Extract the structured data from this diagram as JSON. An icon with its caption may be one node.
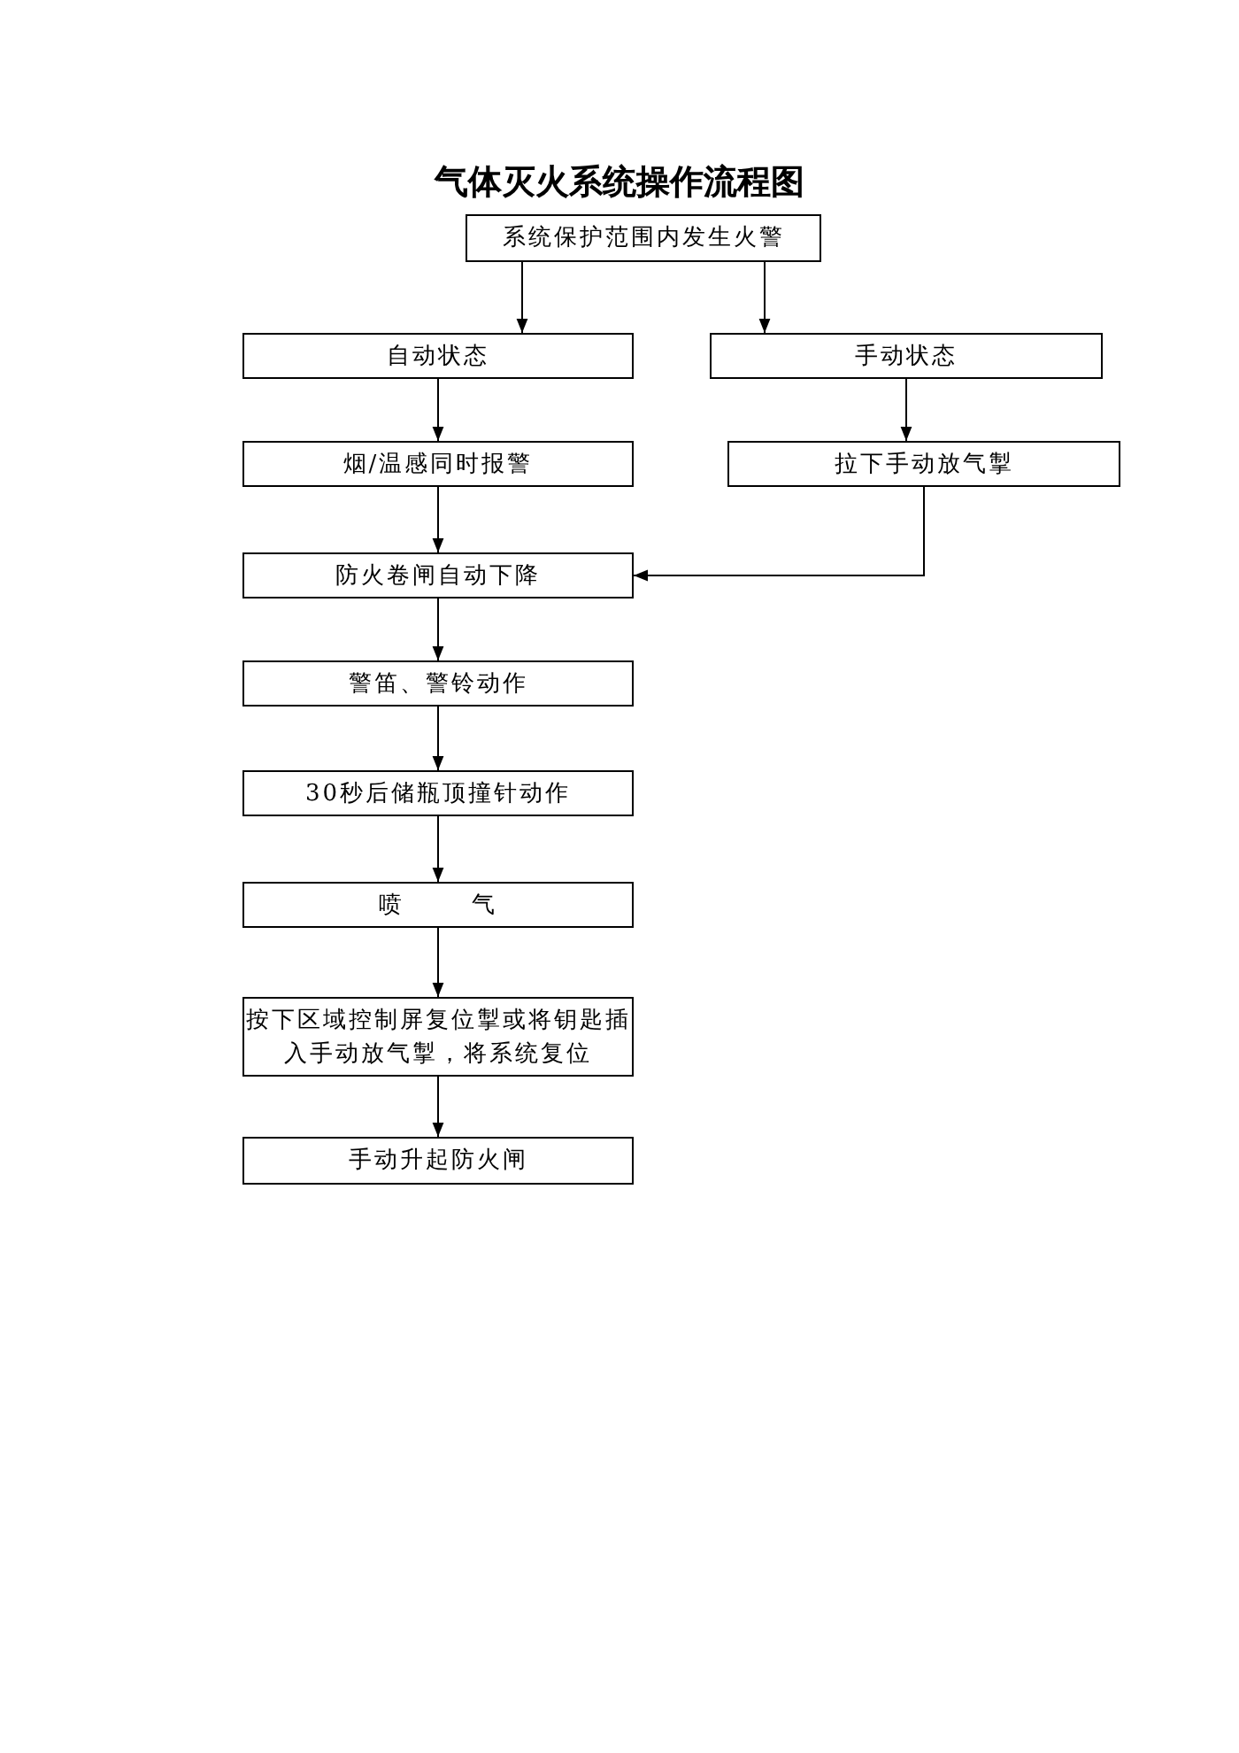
{
  "diagram": {
    "title": "气体灭火系统操作流程图",
    "nodes": [
      {
        "text": [
          "系统保护范围内发生火警"
        ]
      },
      {
        "text": [
          "自动状态"
        ]
      },
      {
        "text": [
          "手动状态"
        ]
      },
      {
        "text": [
          "烟/温感同时报警"
        ]
      },
      {
        "text": [
          "拉下手动放气掣"
        ]
      },
      {
        "text": [
          "防火卷闸自动下降"
        ]
      },
      {
        "text": [
          "警笛、警铃动作"
        ]
      },
      {
        "text": [
          "30秒后储瓶顶撞针动作"
        ]
      },
      {
        "text": [
          "喷 气"
        ]
      },
      {
        "text": [
          "按下区域控制屏复位掣或将钥匙插入手动放气掣，将系统复位"
        ]
      },
      {
        "text": [
          "手动升起防火闸"
        ]
      }
    ],
    "edges": [
      {
        "from": 0,
        "to": 1,
        "arrow": "to"
      },
      {
        "from": 0,
        "to": 2,
        "arrow": "to"
      },
      {
        "from": 1,
        "to": 3,
        "arrow": "to"
      },
      {
        "from": 2,
        "to": 4,
        "arrow": "to"
      },
      {
        "from": 3,
        "to": 5,
        "arrow": "to"
      },
      {
        "from": 4,
        "to": 5,
        "arrow": "to"
      },
      {
        "from": 5,
        "to": 6,
        "arrow": "to"
      },
      {
        "from": 6,
        "to": 7,
        "arrow": "to"
      },
      {
        "from": 7,
        "to": 8,
        "arrow": "to"
      },
      {
        "from": 8,
        "to": 9,
        "arrow": "to"
      },
      {
        "from": 9,
        "to": 10,
        "arrow": "to"
      }
    ]
  }
}
